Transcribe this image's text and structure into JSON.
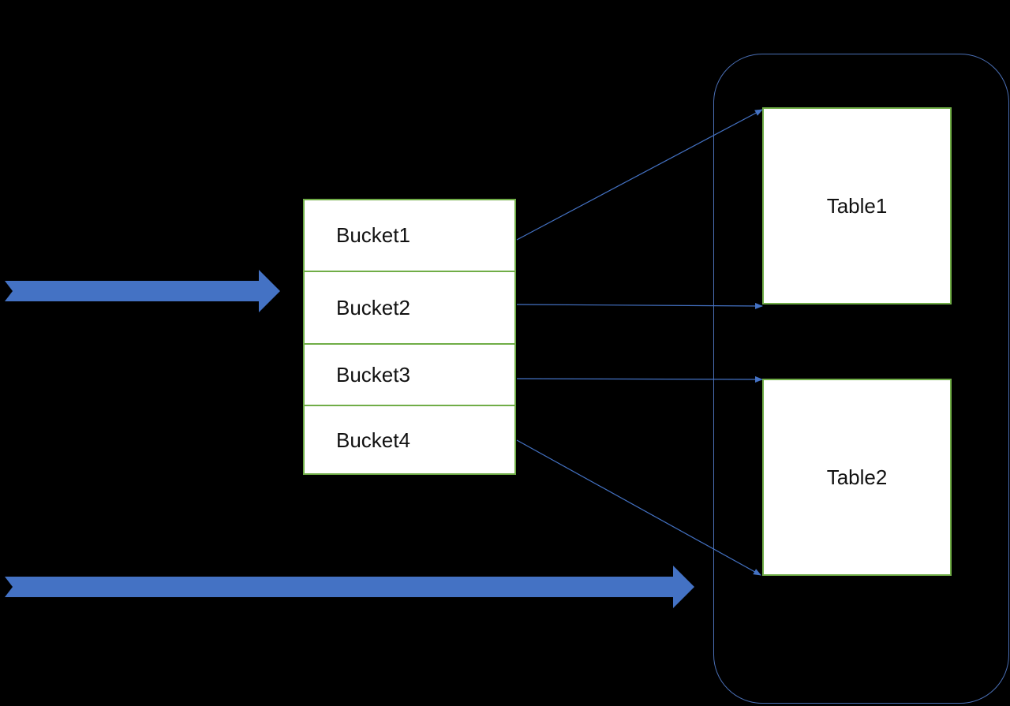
{
  "buckets": {
    "items": [
      {
        "label": "Bucket1"
      },
      {
        "label": "Bucket2"
      },
      {
        "label": "Bucket3"
      },
      {
        "label": "Bucket4"
      }
    ]
  },
  "tables": {
    "items": [
      {
        "label": "Table1"
      },
      {
        "label": "Table2"
      }
    ]
  },
  "colors": {
    "background": "#000000",
    "box_fill": "#ffffff",
    "box_border": "#70ad47",
    "arrow_fill": "#4472c4",
    "connector": "#4472c4",
    "container_border": "#4a6fb5"
  }
}
